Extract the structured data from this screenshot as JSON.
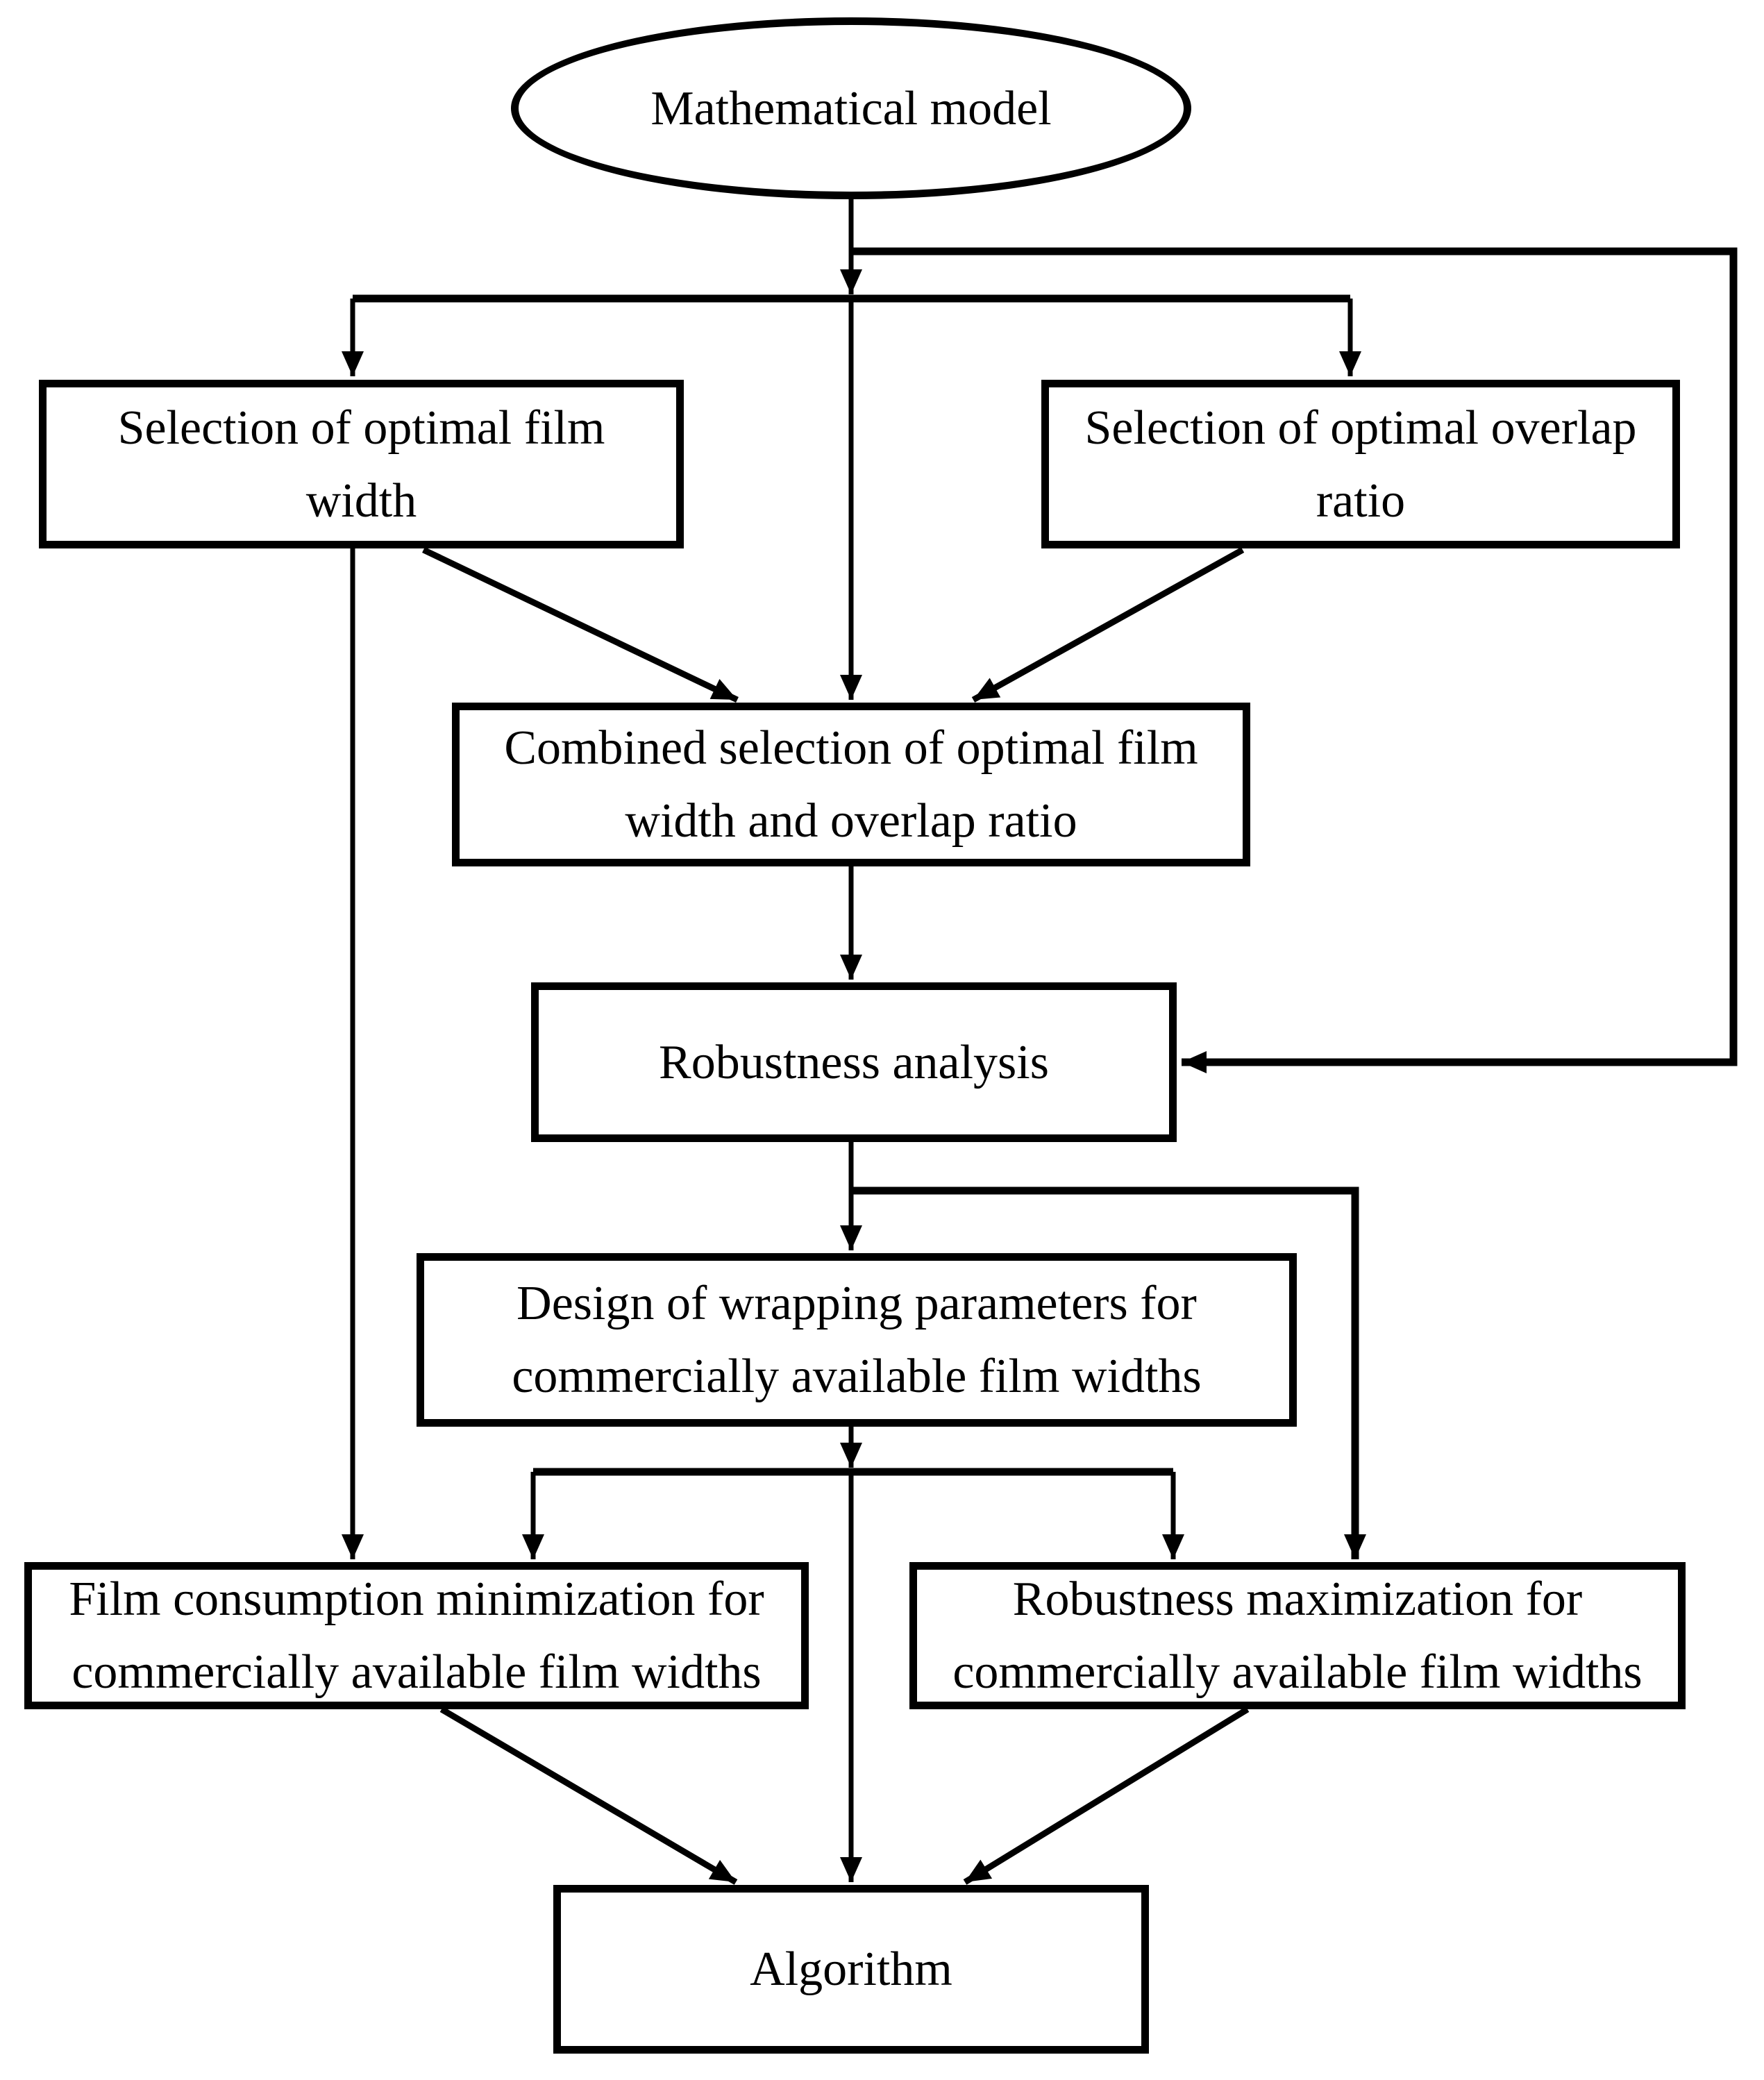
{
  "figure": {
    "type": "flowchart",
    "background_color": "#ffffff",
    "stroke_color": "#000000",
    "text_color": "#000000",
    "nodes": {
      "mathematical_model": {
        "shape": "ellipse",
        "label": "Mathematical model"
      },
      "selection_film_width": {
        "shape": "rect",
        "label": "Selection of optimal film\nwidth"
      },
      "selection_overlap_ratio": {
        "shape": "rect",
        "label": "Selection of optimal overlap\nratio"
      },
      "combined_selection": {
        "shape": "rect",
        "label": "Combined selection of optimal film\nwidth and overlap ratio"
      },
      "robustness_analysis": {
        "shape": "rect",
        "label": "Robustness analysis"
      },
      "design_wrapping": {
        "shape": "rect",
        "label": "Design of wrapping parameters for\ncommercially available film widths"
      },
      "film_consumption_min": {
        "shape": "rect",
        "label": "Film consumption minimization for\ncommercially available film widths"
      },
      "robustness_max": {
        "shape": "rect",
        "label": "Robustness maximization for\ncommercially available film widths"
      },
      "algorithm": {
        "shape": "rect",
        "label": "Algorithm"
      }
    },
    "edges": [
      {
        "from": "mathematical_model",
        "to": "selection_film_width"
      },
      {
        "from": "mathematical_model",
        "to": "selection_overlap_ratio"
      },
      {
        "from": "mathematical_model",
        "to": "combined_selection"
      },
      {
        "from": "mathematical_model",
        "to": "robustness_analysis",
        "route": "right-side feedback line"
      },
      {
        "from": "selection_film_width",
        "to": "combined_selection"
      },
      {
        "from": "selection_overlap_ratio",
        "to": "combined_selection"
      },
      {
        "from": "selection_film_width",
        "to": "film_consumption_min",
        "route": "left-side long line"
      },
      {
        "from": "combined_selection",
        "to": "robustness_analysis"
      },
      {
        "from": "robustness_analysis",
        "to": "design_wrapping"
      },
      {
        "from": "robustness_analysis",
        "to": "robustness_max",
        "route": "right branch line"
      },
      {
        "from": "design_wrapping",
        "to": "film_consumption_min"
      },
      {
        "from": "design_wrapping",
        "to": "robustness_max"
      },
      {
        "from": "design_wrapping",
        "to": "algorithm"
      },
      {
        "from": "film_consumption_min",
        "to": "algorithm"
      },
      {
        "from": "robustness_max",
        "to": "algorithm"
      }
    ]
  }
}
